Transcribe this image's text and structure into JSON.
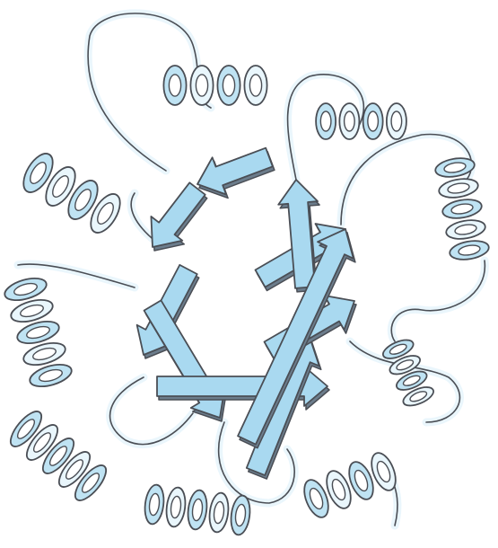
{
  "figure": {
    "kind": "protein ribbon diagram",
    "fold": "TIM barrel",
    "structure": {
      "beta_strands": 8,
      "alpha_helices": 8
    },
    "colors": {
      "background": "#ffffff",
      "ribbon_light": "#e9f6fc",
      "ribbon_medium": "#bfe3f3",
      "ribbon_dark": "#8ccbe8",
      "strand_fill": "#a9d9f0",
      "strand_edge": "#6c7d8c",
      "outline": "#4a4e55"
    }
  }
}
